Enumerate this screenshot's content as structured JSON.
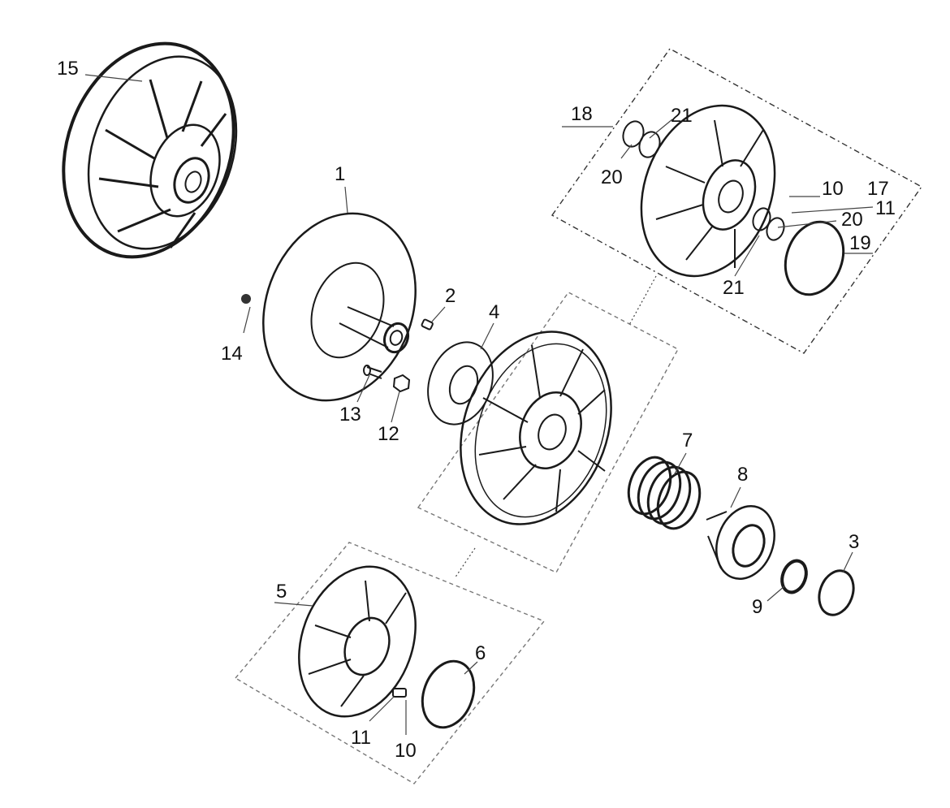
{
  "callouts": {
    "c1": "1",
    "c2": "2",
    "c3": "3",
    "c4": "4",
    "c5": "5",
    "c6": "6",
    "c7": "7",
    "c8": "8",
    "c9": "9",
    "c10a": "10",
    "c10b": "10",
    "c11a": "11",
    "c11b": "11",
    "c12": "12",
    "c13": "13",
    "c14": "14",
    "c15": "15",
    "c17": "17",
    "c18": "18",
    "c19": "19",
    "c20a": "20",
    "c20b": "20",
    "c21a": "21",
    "c21b": "21"
  }
}
